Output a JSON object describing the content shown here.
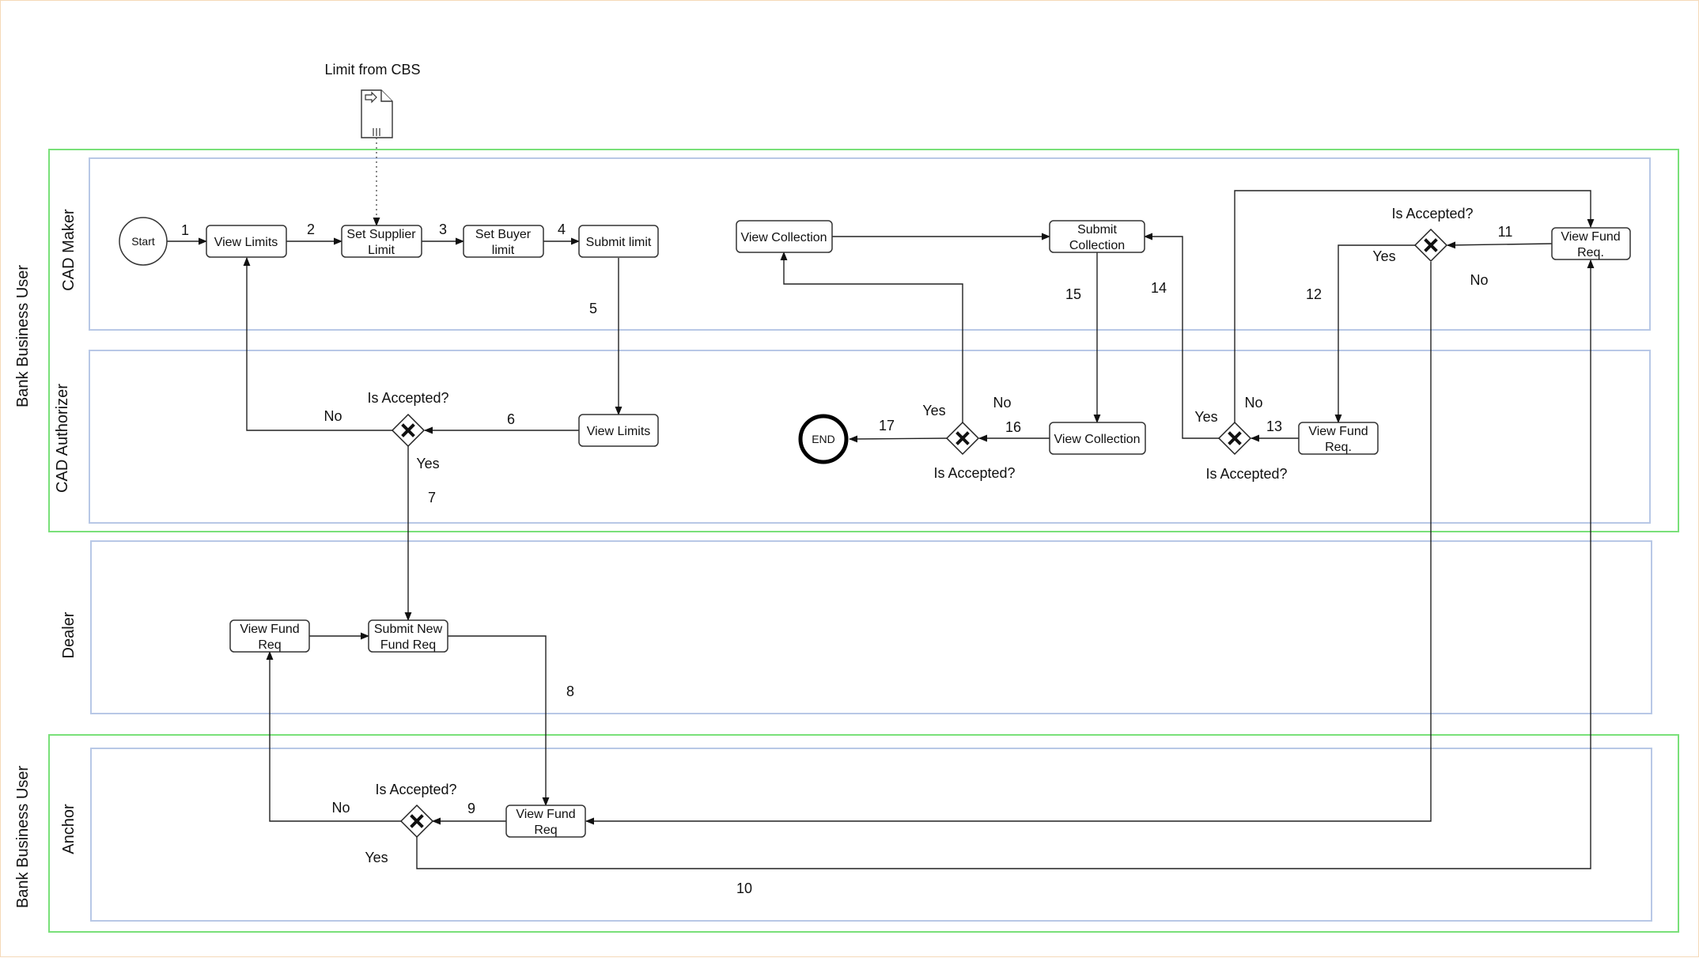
{
  "pools": {
    "bank_top": "Bank Business User",
    "bank_bottom": "Bank Business User"
  },
  "lanes": {
    "cad_maker": "CAD Maker",
    "cad_authorizer": "CAD Authorizer",
    "dealer": "Dealer",
    "anchor": "Anchor"
  },
  "data_source": "Limit from CBS",
  "events": {
    "start": "Start",
    "end": "END"
  },
  "tasks": {
    "view_limits_maker": [
      "View Limits"
    ],
    "set_supplier_limit": [
      "Set Supplier",
      "Limit"
    ],
    "set_buyer_limit": [
      "Set Buyer",
      "limit"
    ],
    "submit_limit": [
      "Submit limit"
    ],
    "view_collection_maker": [
      "View Collection"
    ],
    "submit_collection": [
      "Submit",
      "Collection"
    ],
    "view_fund_req_maker": [
      "View Fund",
      "Req."
    ],
    "view_limits_auth": [
      "View Limits"
    ],
    "view_collection_auth": [
      "View Collection"
    ],
    "view_fund_req_auth": [
      "View Fund",
      "Req."
    ],
    "view_fund_req_dealer": [
      "View Fund",
      "Req"
    ],
    "submit_new_fund_req": [
      "Submit New",
      "Fund Req"
    ],
    "view_fund_req_anchor": [
      "View Fund",
      "Req"
    ]
  },
  "gateways": {
    "auth_limits": "Is Accepted?",
    "auth_collection": "Is Accepted?",
    "auth_fund": "Is Accepted?",
    "maker_fund": "Is Accepted?",
    "anchor_fund": "Is Accepted?"
  },
  "steps": [
    "1",
    "2",
    "3",
    "4",
    "5",
    "6",
    "7",
    "8",
    "9",
    "10",
    "11",
    "12",
    "13",
    "14",
    "15",
    "16",
    "17"
  ],
  "branch": {
    "yes": "Yes",
    "no": "No"
  }
}
